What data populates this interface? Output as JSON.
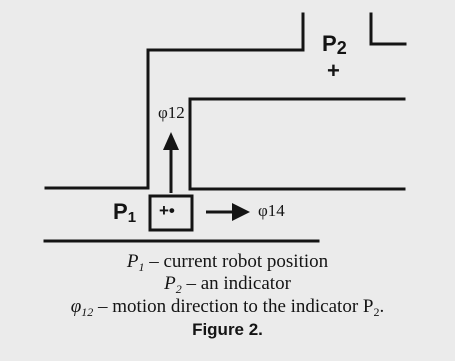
{
  "diagram": {
    "p2_label": "P",
    "p2_sub": "2",
    "p2_marker": "+",
    "phi12_label": "φ12",
    "p1_label": "P",
    "p1_sub": "1",
    "robot_symbol": "+•",
    "phi14_label": "φ14"
  },
  "caption": {
    "line1_symbol": "P",
    "line1_sub": "1",
    "line1_text": " – current robot position",
    "line2_symbol": "P",
    "line2_sub": "2",
    "line2_text": " – an indicator",
    "line3_symbol": "φ",
    "line3_sub": "12",
    "line3_text": " – motion direction to the indicator P",
    "line3_tail_sub": "2",
    "line3_tail": ".",
    "figure_label": "Figure 2."
  }
}
